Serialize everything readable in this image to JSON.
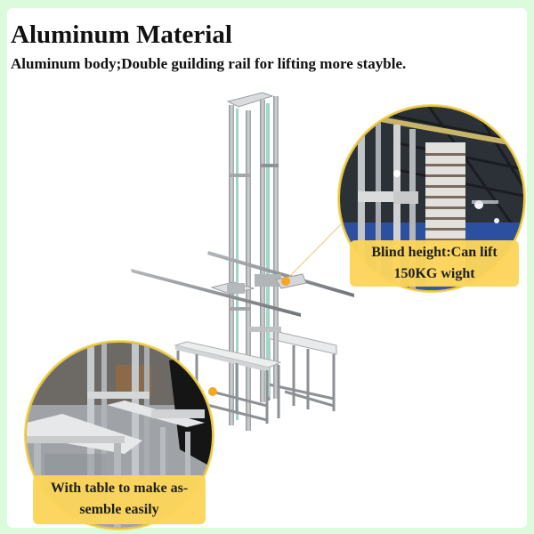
{
  "page": {
    "title": "Aluminum Material",
    "subtitle": "Aluminum body;Double guilding rail for lifting more stayble."
  },
  "callouts": [
    {
      "id": "top-right",
      "caption_line1": "Blind height:Can lift",
      "caption_line2": "150KG wight",
      "photo": "warehouse lift frame with stacked blind slats"
    },
    {
      "id": "bottom-left",
      "caption_line1": "With table to make as-",
      "caption_line2": "semble easily",
      "photo": "workshop aluminum tables and lift frame"
    }
  ],
  "colors": {
    "frame_background": "#dcfadc",
    "panel_background": "#ffffff",
    "caption_background": "#fcd55a",
    "circle_border": "#e8c33a",
    "marker": "#f5a623",
    "aluminum": "#b9bcbf",
    "glass": "#9fd6c8"
  },
  "illustration": {
    "subject": "aluminum double-rail lifting frame with crossbar and two support tables"
  }
}
